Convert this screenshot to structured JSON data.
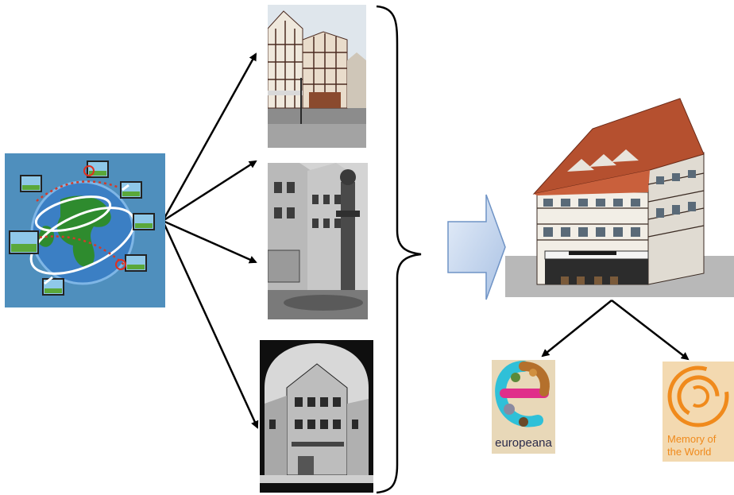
{
  "logos": {
    "europeana": {
      "text": "europeana",
      "color": "#2a2a4a"
    },
    "memory": {
      "line1": "Memory of",
      "line2": "the World",
      "color": "#f08a1c"
    }
  },
  "colors": {
    "arrow": "#000000",
    "globe_bg": "#4f8fbd",
    "ocean": "#3b7fc4",
    "land": "#2e8b2e",
    "block_arrow_fill": "#c9daf0",
    "block_arrow_stroke": "#6f93c5",
    "roof": "#b5502f",
    "memory_bg": "#f3d9b0",
    "europeana_bg": "#e8d8b8"
  },
  "icons": [
    "globe-sharing-icon",
    "photo-modern-street",
    "photo-historic-fountain",
    "photo-historic-arch",
    "curly-brace",
    "block-arrow-right",
    "building-3d-model",
    "europeana-logo",
    "memory-of-the-world-logo"
  ]
}
